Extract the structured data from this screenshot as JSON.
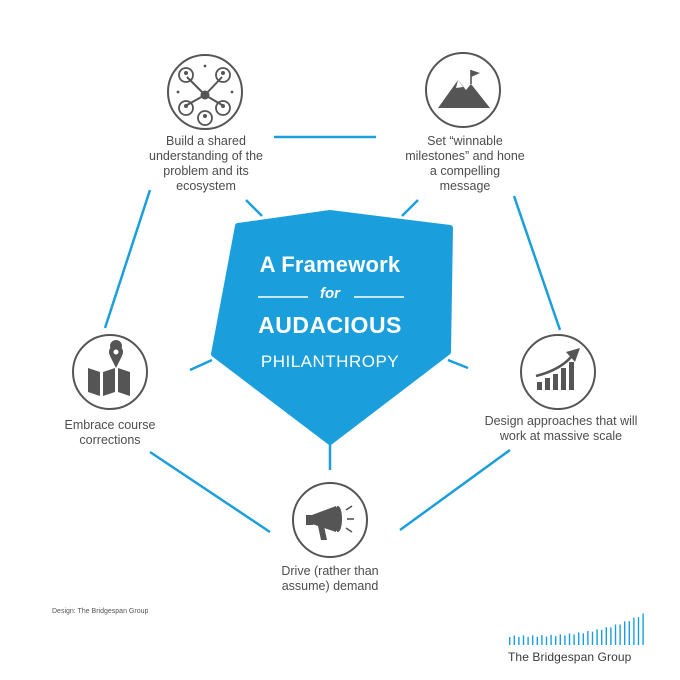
{
  "center": {
    "title_line1": "A Framework",
    "title_for": "for",
    "title_main": "AUDACIOUS",
    "title_sub": "PHILANTHROPY"
  },
  "nodes": [
    {
      "id": "understanding",
      "icon": "network-people-icon",
      "lines": [
        "Build a shared",
        "understanding of the",
        "problem and its",
        "ecosystem"
      ]
    },
    {
      "id": "milestones",
      "icon": "mountain-flag-icon",
      "lines": [
        "Set “winnable",
        "milestones” and hone",
        "a compelling",
        "message"
      ]
    },
    {
      "id": "scale",
      "icon": "growth-chart-icon",
      "lines": [
        "Design approaches that will",
        "work at massive scale"
      ]
    },
    {
      "id": "demand",
      "icon": "megaphone-icon",
      "lines": [
        "Drive (rather than",
        "assume) demand"
      ]
    },
    {
      "id": "corrections",
      "icon": "map-pin-icon",
      "lines": [
        "Embrace course",
        "corrections"
      ]
    }
  ],
  "footer": {
    "credit": "Design: The Bridgespan Group",
    "brand": "The Bridgespan Group"
  },
  "colors": {
    "accent": "#1a9fdc",
    "icon_stroke": "#555555",
    "text": "#4d4d4d"
  }
}
